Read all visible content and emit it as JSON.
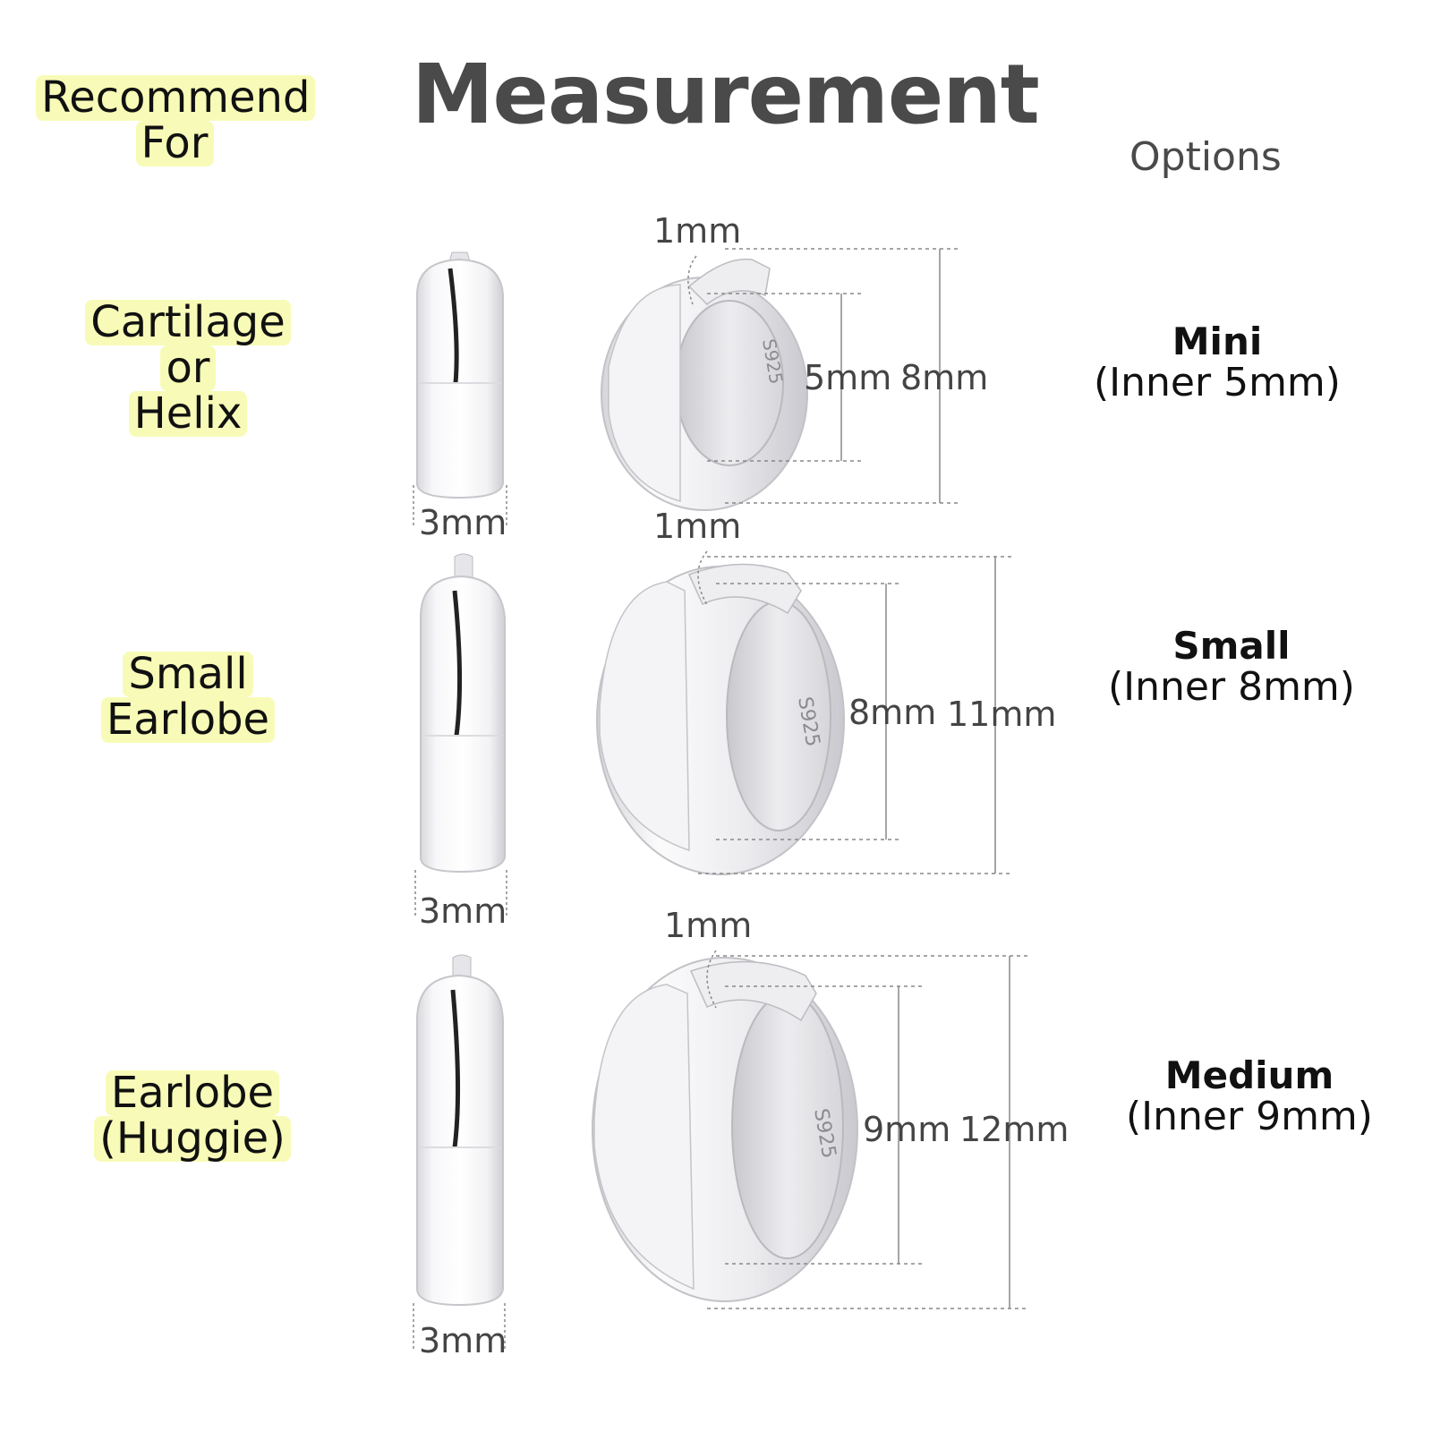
{
  "title": "Measurement",
  "recommend_header": {
    "line1": "Recommend",
    "line2": "For"
  },
  "options_header": "Options",
  "rows": [
    {
      "recommend": [
        "Cartilage",
        "or",
        "Helix"
      ],
      "thickness": "1mm",
      "width": "3mm",
      "inner": "5mm",
      "outer": "8mm",
      "engraving": "S925",
      "option_name": "Mini",
      "option_inner": "(Inner 5mm)"
    },
    {
      "recommend": [
        "Small",
        "Earlobe"
      ],
      "thickness": "1mm",
      "width": "3mm",
      "inner": "8mm",
      "outer": "11mm",
      "engraving": "S925",
      "option_name": "Small",
      "option_inner": "(Inner 8mm)"
    },
    {
      "recommend": [
        "Earlobe",
        "(Huggie)"
      ],
      "thickness": "1mm",
      "width": "3mm",
      "inner": "9mm",
      "outer": "12mm",
      "engraving": "S925",
      "option_name": "Medium",
      "option_inner": "(Inner 9mm)"
    }
  ],
  "colors": {
    "highlight": "#f8fbb7",
    "title": "#4a4a4a",
    "metal": "#e9e9ec",
    "guide": "#888888"
  }
}
